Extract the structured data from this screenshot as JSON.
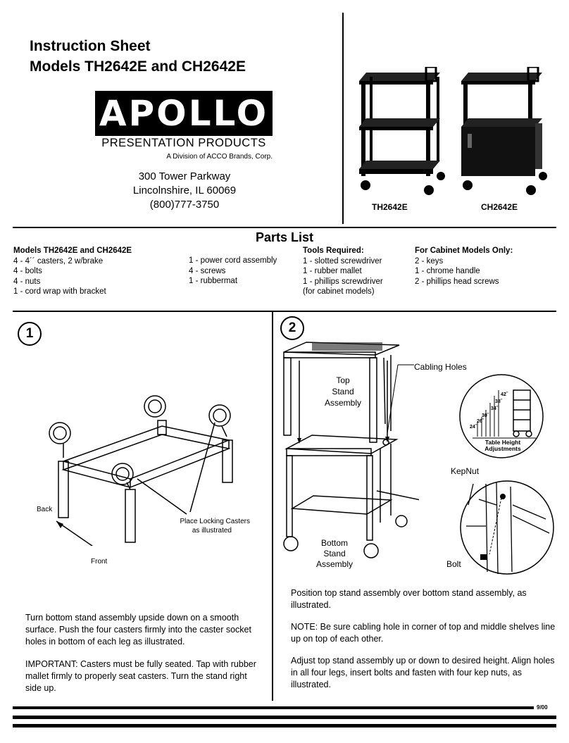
{
  "header": {
    "title_line1": "Instruction Sheet",
    "title_line2": "Models TH2642E and CH2642E",
    "logo_text": "APOLLO",
    "tagline": "PRESENTATION PRODUCTS",
    "division": "A Division of ACCO Brands, Corp.",
    "address_line1": "300 Tower Parkway",
    "address_line2": "Lincolnshire, IL 60069",
    "phone": "(800)777-3750",
    "model_label_1": "TH2642E",
    "model_label_2": "CH2642E"
  },
  "parts_list": {
    "title": "Parts List",
    "col1_head": "Models TH2642E and CH2642E",
    "col1_items": [
      "4 - 4´´ casters, 2 w/brake",
      "4 - bolts",
      "4 - nuts",
      "1 - cord wrap with bracket"
    ],
    "col2_items": [
      "1 - power cord assembly",
      "4 - screws",
      "1 - rubbermat"
    ],
    "col3_head": "Tools Required:",
    "col3_items": [
      "1 - slotted screwdriver",
      "1 - rubber mallet",
      "1 - phillips screwdriver",
      "(for cabinet models)"
    ],
    "col4_head": "For Cabinet Models Only:",
    "col4_items": [
      "2 - keys",
      "1 - chrome handle",
      "2 - phillips head screws"
    ]
  },
  "step1": {
    "number": "1",
    "label_back": "Back",
    "label_front": "Front",
    "label_casters_1": "Place Locking Casters",
    "label_casters_2": "as illustrated",
    "para1": "Turn bottom stand assembly upside down on a smooth surface. Push the four casters firmly into the caster socket holes in bottom of each leg as illustrated.",
    "para2": "IMPORTANT: Casters must be fully seated. Tap with rubber mallet firmly to properly seat casters. Turn the stand right side up."
  },
  "step2": {
    "number": "2",
    "label_top_1": "Top",
    "label_top_2": "Stand",
    "label_top_3": "Assembly",
    "label_cabling": "Cabling Holes",
    "label_bottom_1": "Bottom",
    "label_bottom_2": "Stand",
    "label_bottom_3": "Assembly",
    "label_kepnut": "KepNut",
    "label_bolt": "Bolt",
    "heights": [
      "42˝",
      "38˝",
      "34˝",
      "30˝",
      "26˝",
      "24˝"
    ],
    "table_height_1": "Table Height",
    "table_height_2": "Adjustments",
    "para1": "Position top stand assembly over bottom stand assembly, as illustrated.",
    "para2": "NOTE: Be sure cabling hole in corner of top and middle shelves line up on top of each other.",
    "para3": "Adjust top stand assembly up or down to desired height. Align holes in all four legs, insert bolts and fasten with four kep nuts, as illustrated."
  },
  "footer": {
    "date": "9/00"
  }
}
